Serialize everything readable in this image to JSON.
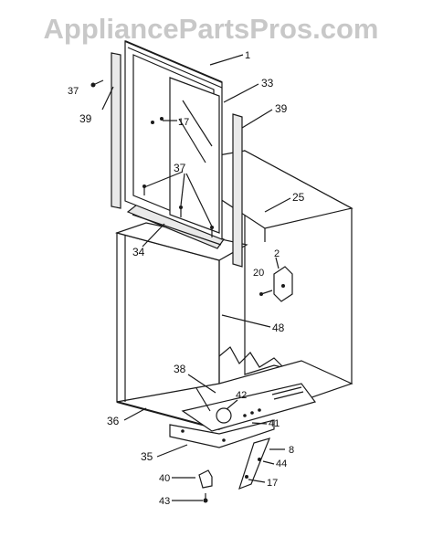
{
  "watermark": "AppliancePartsPros.com",
  "colors": {
    "line": "#1a1a1a",
    "watermark": "#c8c8c8",
    "background": "#ffffff"
  },
  "callouts": [
    {
      "id": "1",
      "text": "1"
    },
    {
      "id": "37a",
      "text": "37"
    },
    {
      "id": "39a",
      "text": "39"
    },
    {
      "id": "33",
      "text": "33"
    },
    {
      "id": "39b",
      "text": "39"
    },
    {
      "id": "17a",
      "text": "17"
    },
    {
      "id": "37b",
      "text": "37"
    },
    {
      "id": "25",
      "text": "25"
    },
    {
      "id": "34",
      "text": "34"
    },
    {
      "id": "2",
      "text": "2"
    },
    {
      "id": "20",
      "text": "20"
    },
    {
      "id": "48",
      "text": "48"
    },
    {
      "id": "38",
      "text": "38"
    },
    {
      "id": "42",
      "text": "42"
    },
    {
      "id": "36",
      "text": "36"
    },
    {
      "id": "41",
      "text": "41"
    },
    {
      "id": "8",
      "text": "8"
    },
    {
      "id": "35",
      "text": "35"
    },
    {
      "id": "44",
      "text": "44"
    },
    {
      "id": "40",
      "text": "40"
    },
    {
      "id": "17b",
      "text": "17"
    },
    {
      "id": "43",
      "text": "43"
    }
  ]
}
